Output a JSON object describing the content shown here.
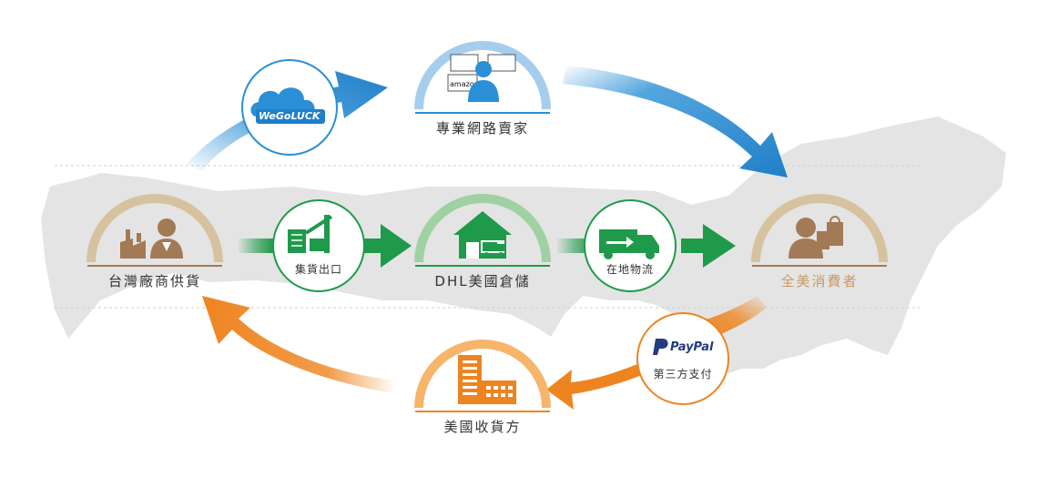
{
  "nodes": {
    "factory": {
      "label": "台灣廠商供貨"
    },
    "online_seller": {
      "label": "專業網路賣家"
    },
    "dhl_warehouse": {
      "label": "DHL美國倉儲"
    },
    "consumer": {
      "label": "全美消費者"
    },
    "us_receiver": {
      "label": "美國收貨方"
    }
  },
  "steps": {
    "export": {
      "label": "集貨出口"
    },
    "local_logistics": {
      "label": "在地物流"
    },
    "payment": {
      "label": "第三方支付",
      "brand": "PayPal"
    },
    "platform": {
      "brand": "WeGoLUCK"
    }
  },
  "screen_logo_text": "amazon",
  "colors": {
    "brown": "#a27a55",
    "brown_arc": "#d7c29f",
    "blue": "#2a8fd6",
    "blue_arc": "#a6cdec",
    "green": "#1f9a4a",
    "green_arc": "#9fd1a3",
    "orange": "#ee8420",
    "orange_arc": "#f6b56a",
    "map": "#e4e4e4"
  }
}
